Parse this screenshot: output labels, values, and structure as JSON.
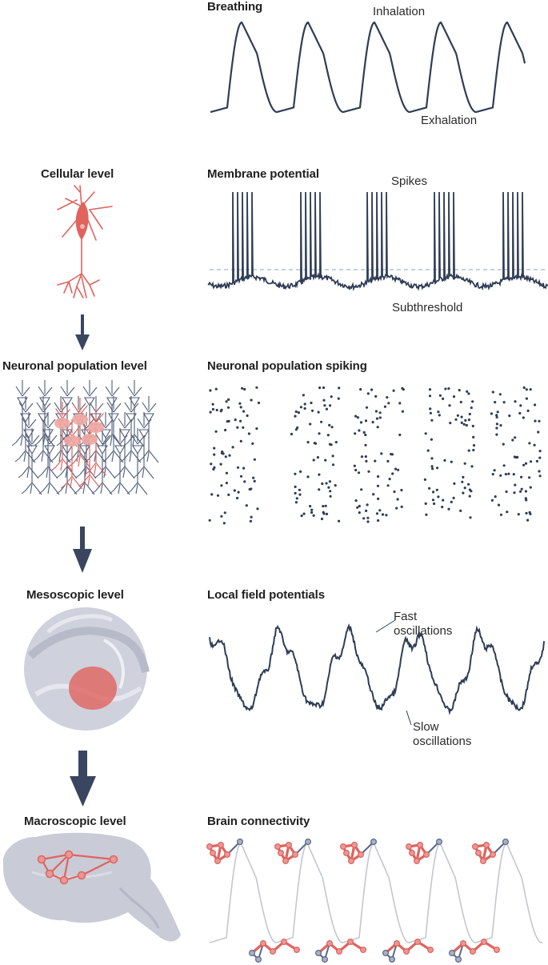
{
  "left_labels": {
    "cellular": "Cellular level",
    "population": "Neuronal population level",
    "mesoscopic": "Mesoscopic level",
    "macroscopic": "Macroscopic level"
  },
  "panels": {
    "breathing": {
      "title": "Breathing",
      "annot_top": "Inhalation",
      "annot_bottom": "Exhalation"
    },
    "membrane": {
      "title": "Membrane potential",
      "annot_top": "Spikes",
      "annot_bottom": "Subthreshold"
    },
    "spiking": {
      "title": "Neuronal population spiking"
    },
    "lfp": {
      "title": "Local field potentials",
      "annot_top": "Fast\noscillations",
      "annot_bottom": "Slow\noscillations"
    },
    "connectivity": {
      "title": "Brain connectivity"
    }
  },
  "colors": {
    "trace": "#2f3d55",
    "accent": "#d9534f",
    "neuron_red": "#e0635e",
    "grey_fill": "#c9cbd6",
    "arrow": "#3a4660",
    "threshold": "#8da0c0",
    "faint": "#c4c7d0"
  }
}
